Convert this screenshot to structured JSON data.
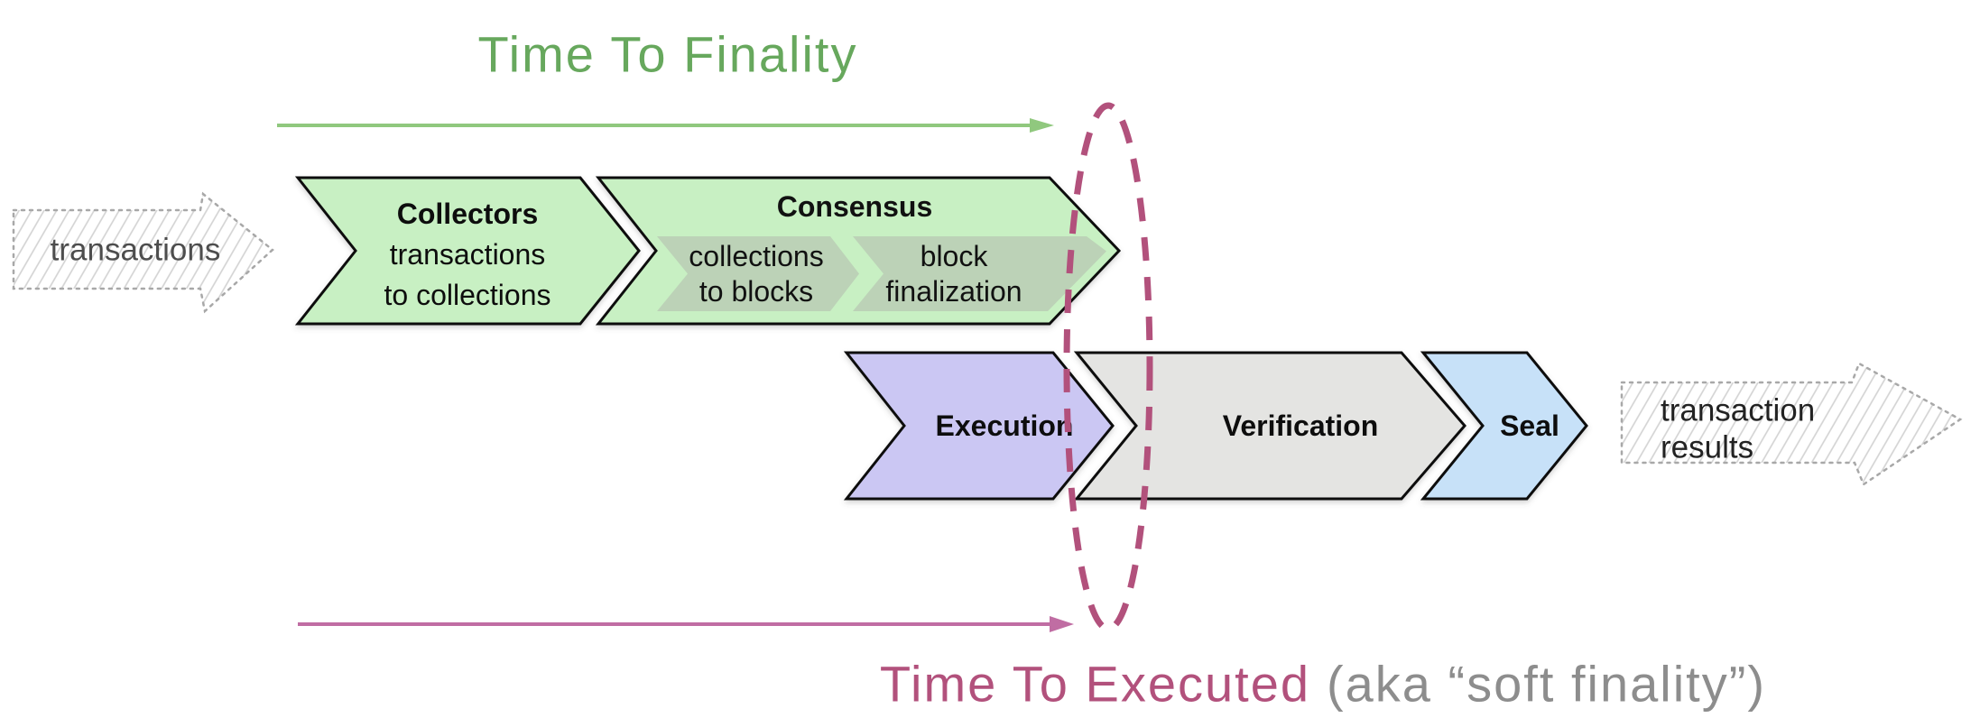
{
  "diagram": {
    "title_top": "Time To Finality",
    "caption_primary": "Time To Executed",
    "caption_secondary": "(aka “soft finality”)",
    "input_label": "transactions",
    "output_line1": "transaction",
    "output_line2": "results",
    "stages": {
      "collectors_title": "Collectors",
      "collectors_line1": "transactions",
      "collectors_line2": "to collections",
      "consensus_title": "Consensus",
      "consensus_sub1_line1": "collections",
      "consensus_sub1_line2": "to blocks",
      "consensus_sub2_line1": "block",
      "consensus_sub2_line2": "finalization",
      "execution": "Execution",
      "verification": "Verification",
      "seal": "Seal"
    }
  },
  "colors": {
    "title_green": "#67a85d",
    "arrow_green": "#90c87e",
    "stage_green": "#c8f0c3",
    "stage_green_sub": "#bcd2b7",
    "stage_purple": "#cbc7f3",
    "stage_gray": "#e4e4e2",
    "stage_blue": "#c7e1f8",
    "maroon": "#b2517c",
    "arrow_pink": "#c06da3",
    "caption_gray": "#8d8d8d"
  }
}
